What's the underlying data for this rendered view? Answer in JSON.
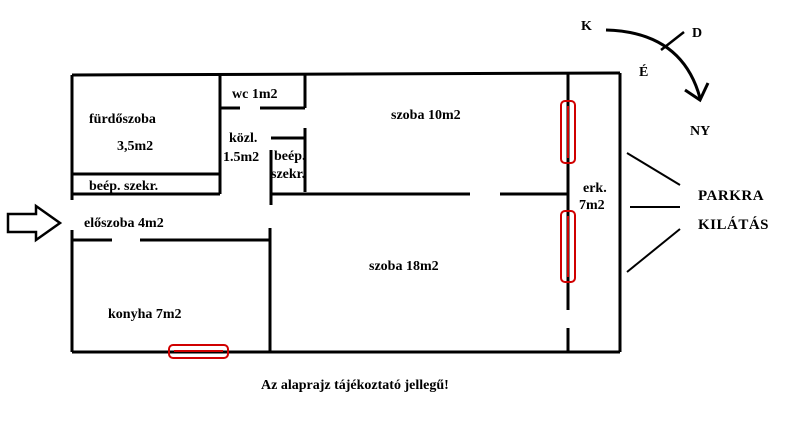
{
  "rooms": {
    "bathroom": "fürdőszoba",
    "bathroom_area": "3,5m2",
    "wc": "wc 1m2",
    "hall_1": "közl.",
    "hall_2": "1.5m2",
    "builtin_small_1": "beép.",
    "builtin_small_2": "szekr.",
    "room_small": "szoba 10m2",
    "builtin_wide": "beép. szekr.",
    "entry": "előszoba 4m2",
    "balcony_1": "erk.",
    "balcony_2": "7m2",
    "room_large": "szoba 18m2",
    "kitchen": "konyha 7m2"
  },
  "compass": {
    "north": "K",
    "east": "D",
    "south": "É",
    "west": "NY"
  },
  "view": {
    "line1": "PARKRA",
    "line2": "KILÁTÁS"
  },
  "footer": {
    "disclaimer": "Az alaprajz tájékoztató jellegű!"
  },
  "colors": {
    "wall": "#000000",
    "window": "#d00000"
  }
}
